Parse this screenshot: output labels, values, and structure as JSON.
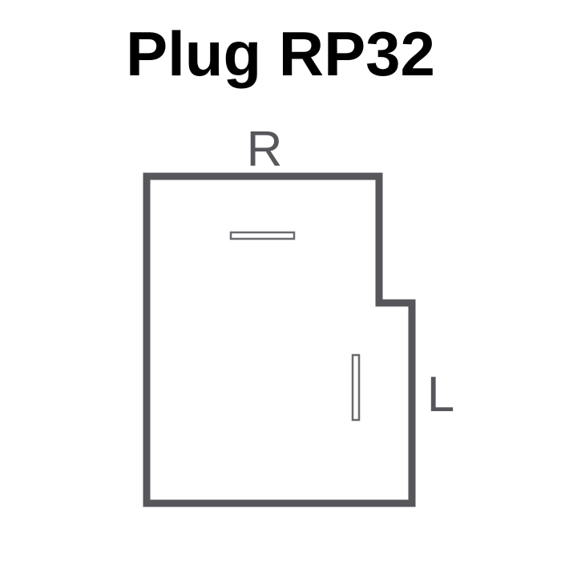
{
  "title": "Plug RP32",
  "labels": {
    "top_side": "R",
    "right_side": "L"
  },
  "colors": {
    "outline": "#57565b",
    "slot": "#6a696e",
    "title_text": "#000000",
    "background": "#ffffff"
  }
}
